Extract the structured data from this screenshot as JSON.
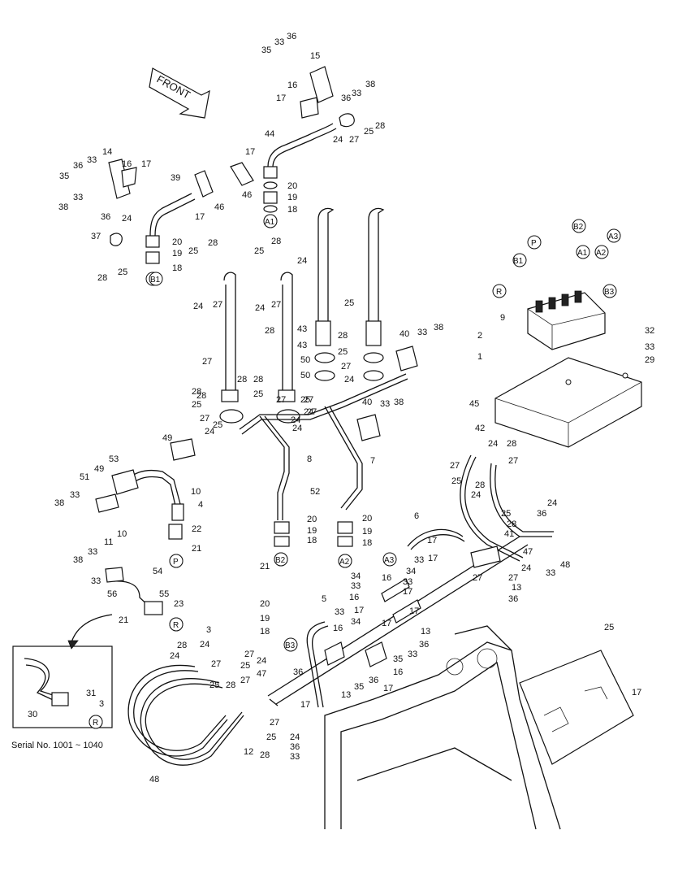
{
  "direction_label": "FRONT",
  "inset_caption": "Serial No. 1001 ~ 1040",
  "ports": [
    "A1",
    "B1",
    "P",
    "R",
    "A2",
    "B2",
    "A3",
    "B3",
    "R",
    "R"
  ],
  "callouts": [
    "35",
    "33",
    "36",
    "15",
    "38",
    "36",
    "33",
    "16",
    "17",
    "24",
    "27",
    "25",
    "28",
    "44",
    "17",
    "46",
    "20",
    "19",
    "18",
    "14",
    "16",
    "17",
    "39",
    "46",
    "33",
    "36",
    "35",
    "33",
    "38",
    "36",
    "24",
    "17",
    "37",
    "20",
    "19",
    "18",
    "28",
    "25",
    "27",
    "24",
    "28",
    "25",
    "27",
    "24",
    "28",
    "25",
    "27",
    "24",
    "28",
    "25",
    "43",
    "43",
    "50",
    "50",
    "28",
    "25",
    "27",
    "24",
    "28",
    "25",
    "27",
    "24",
    "28",
    "25",
    "27",
    "24",
    "40",
    "33",
    "38",
    "40",
    "33",
    "38",
    "28",
    "25",
    "27",
    "24",
    "28",
    "25",
    "27",
    "24",
    "8",
    "7",
    "49",
    "53",
    "51",
    "49",
    "33",
    "38",
    "10",
    "11",
    "10",
    "4",
    "33",
    "38",
    "22",
    "21",
    "52",
    "20",
    "19",
    "18",
    "21",
    "20",
    "19",
    "18",
    "6",
    "17",
    "33",
    "17",
    "5",
    "20",
    "19",
    "18",
    "34",
    "33",
    "16",
    "16",
    "34",
    "33",
    "17",
    "17",
    "17",
    "13",
    "33",
    "16",
    "17",
    "34",
    "36",
    "33",
    "35",
    "36",
    "16",
    "17",
    "13",
    "35",
    "33",
    "54",
    "56",
    "55",
    "23",
    "21",
    "3",
    "24",
    "27",
    "25",
    "28",
    "24",
    "27",
    "25",
    "28",
    "27",
    "24",
    "47",
    "36",
    "17",
    "12",
    "28",
    "25",
    "27",
    "24",
    "36",
    "33",
    "48",
    "42",
    "24",
    "27",
    "28",
    "25",
    "28",
    "27",
    "24",
    "25",
    "28",
    "41",
    "47",
    "36",
    "24",
    "27",
    "13",
    "36",
    "33",
    "48",
    "24",
    "27",
    "25",
    "17",
    "45",
    "9",
    "2",
    "1",
    "32",
    "33",
    "29",
    "30",
    "31",
    "3",
    "23",
    "21"
  ],
  "colors": {
    "line": "#111111",
    "background": "#ffffff"
  }
}
